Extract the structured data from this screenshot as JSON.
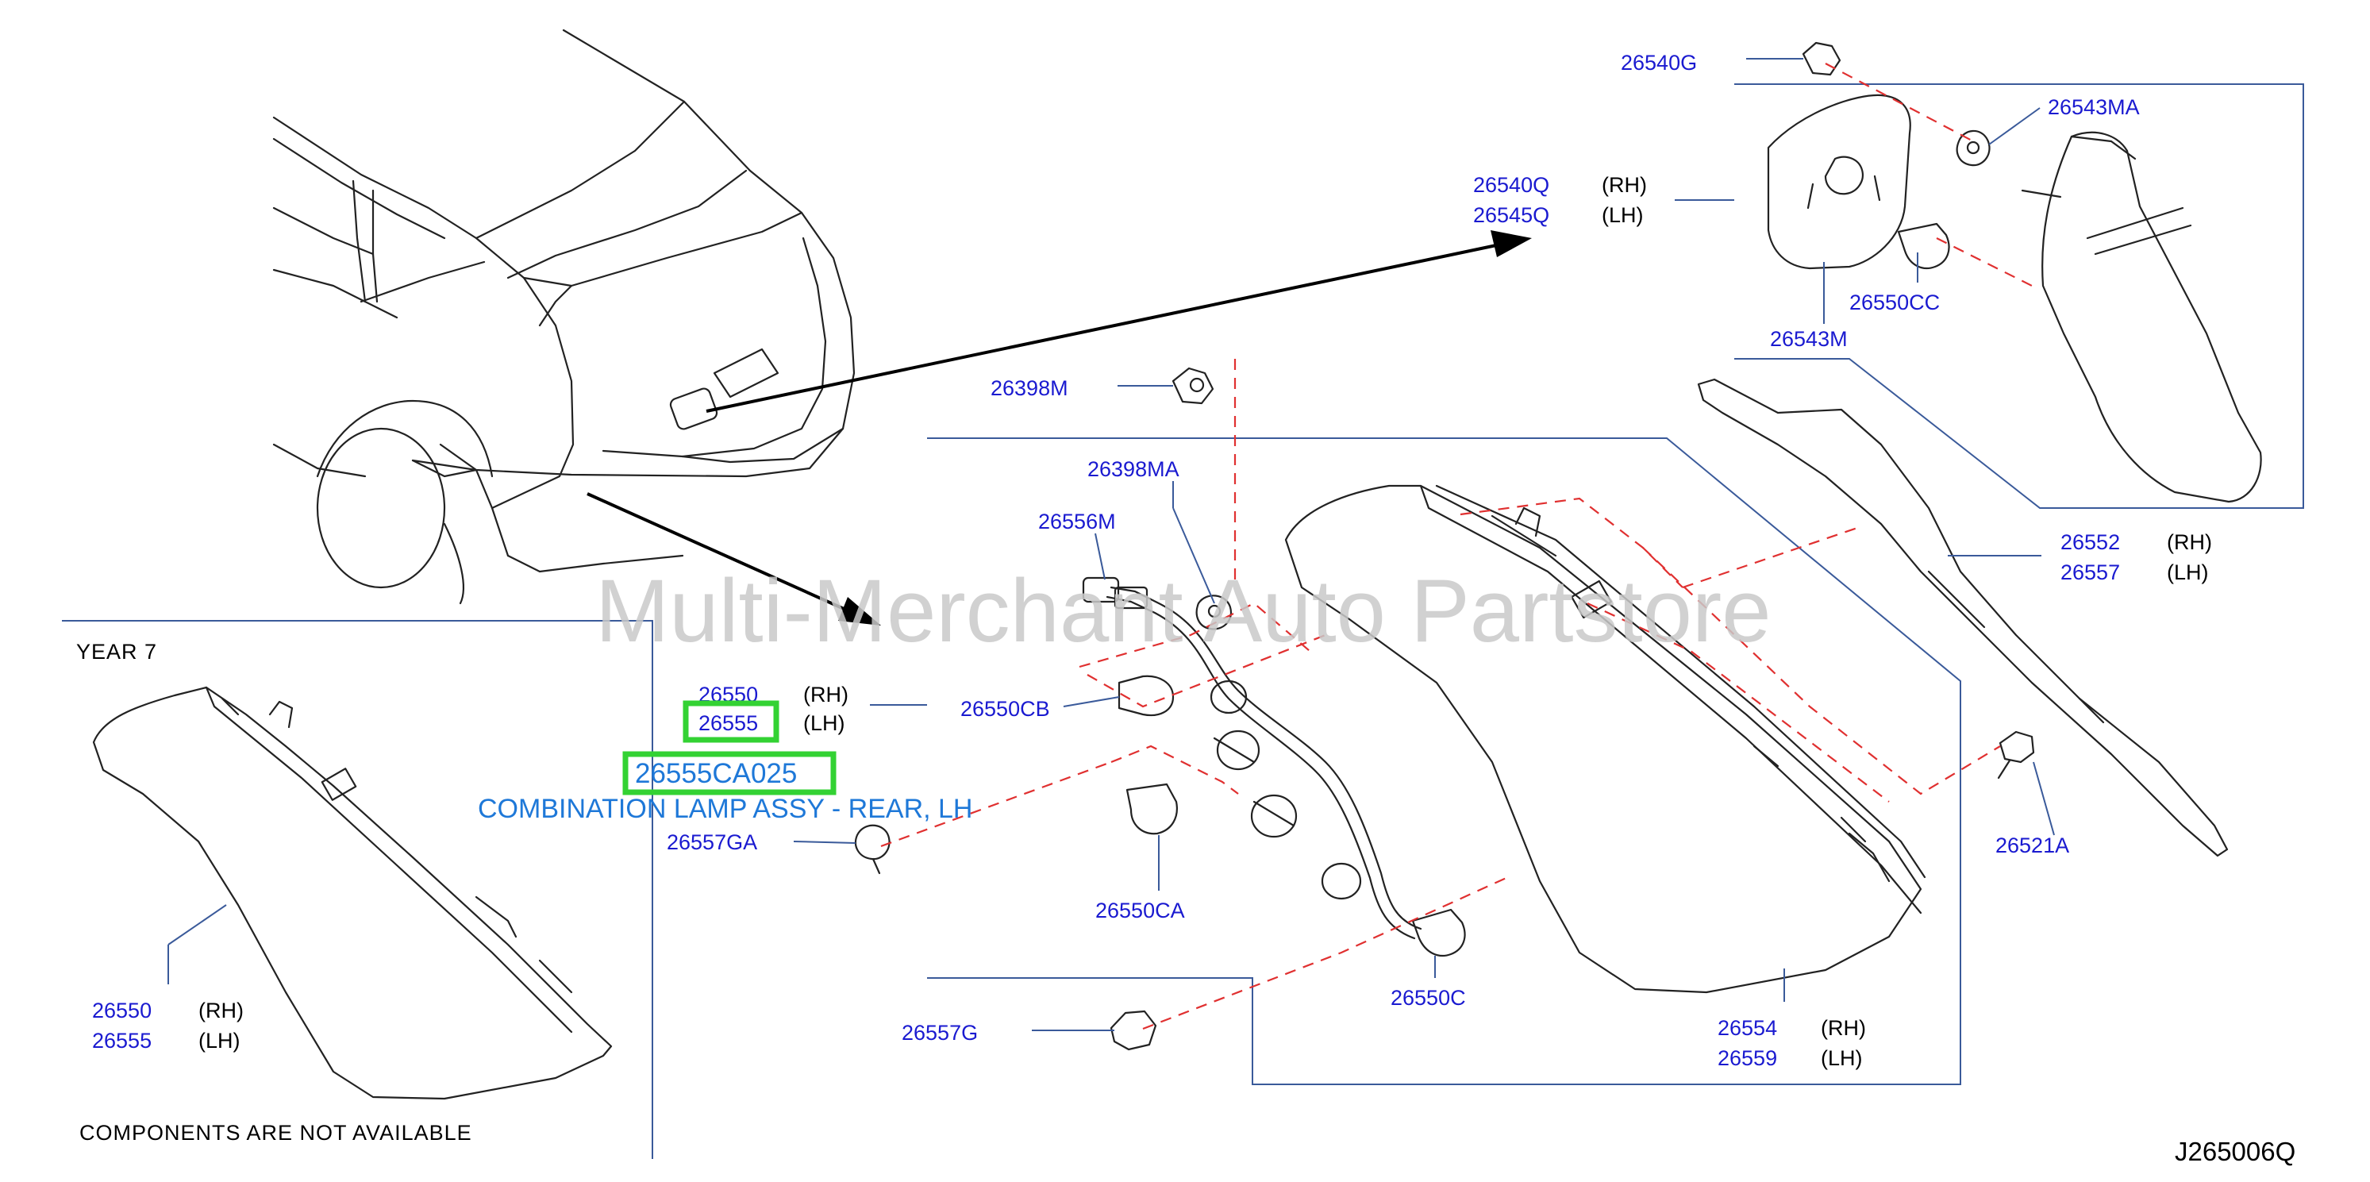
{
  "colors": {
    "part_number": "#1a1ad0",
    "text": "#000000",
    "frame": "#3a5a9a",
    "dash": "#e03030",
    "highlight": "#33d233",
    "selected_text": "#1e78d8",
    "watermark": "#c9c9c9"
  },
  "watermark": "Multi-Merchant Auto Partstore",
  "diagram_id": "J265006Q",
  "year_label": "YEAR   7",
  "components_note": "COMPONENTS   ARE   NOT   AVAILABLE",
  "selected": {
    "part_number": "26555CA025",
    "description": "COMBINATION LAMP ASSY - REAR, LH"
  },
  "callouts": {
    "p26540G": "26540G",
    "p26543MA": "26543MA",
    "p26540Q": "26540Q",
    "p26545Q": "26545Q",
    "p26550CC": "26550CC",
    "p26543M": "26543M",
    "p26398M": "26398M",
    "p26398MA": "26398MA",
    "p26556M": "26556M",
    "p26550": "26550",
    "p26555": "26555",
    "p26550CB": "26550CB",
    "p26557GA": "26557GA",
    "p26550CA": "26550CA",
    "p26550C": "26550C",
    "p26557G": "26557G",
    "p26552": "26552",
    "p26557": "26557",
    "p26521A": "26521A",
    "p26554": "26554",
    "p26559": "26559",
    "inset_p26550": "26550",
    "inset_p26555": "26555"
  },
  "side": {
    "rh": "(RH)",
    "lh": "(LH)"
  }
}
